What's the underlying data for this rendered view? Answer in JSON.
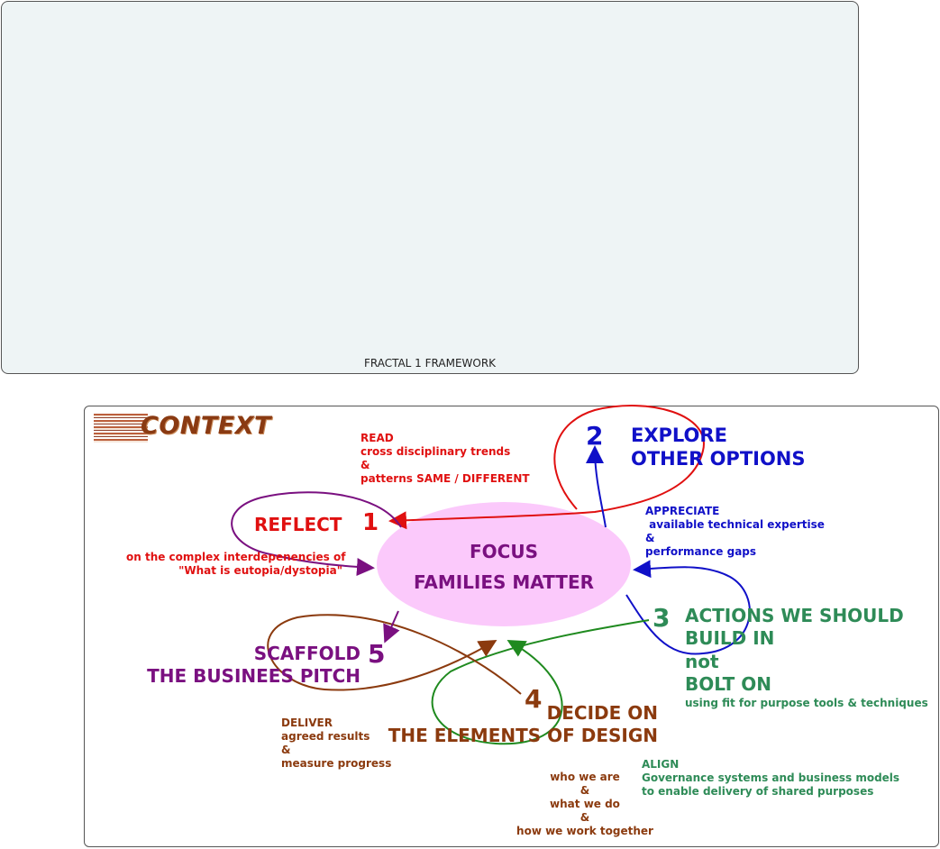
{
  "top_panel": {
    "caption": "FRACTAL 1 FRAMEWORK"
  },
  "context_logo": "CONTEXT",
  "focus": {
    "line1": "FOCUS",
    "line2": "FAMILIES MATTER"
  },
  "step1": {
    "number": "1",
    "title": "REFLECT",
    "read_lines": [
      "READ",
      "cross disciplinary trends",
      "&",
      "patterns SAME / DIFFERENT"
    ],
    "note_lines": [
      "on the complex interdepenencies of",
      "\"What is eutopia/dystopia\""
    ]
  },
  "step2": {
    "number": "2",
    "title_lines": [
      "EXPLORE",
      "OTHER OPTIONS"
    ],
    "appreciate_lines": [
      "APPRECIATE",
      " available technical expertise",
      "&",
      "performance gaps"
    ]
  },
  "step3": {
    "number": "3",
    "title_lines": [
      "ACTIONS WE SHOULD",
      "BUILD IN",
      "not",
      "BOLT ON"
    ],
    "subtitle": "using fit for purpose tools & techniques",
    "align_lines": [
      "ALIGN",
      "Governance systems and business models",
      "to enable delivery of shared purposes"
    ]
  },
  "step4": {
    "number": "4",
    "title_lines": [
      "DECIDE ON",
      "THE ELEMENTS OF DESIGN"
    ],
    "who_lines": [
      "who we are",
      "&",
      "what we do",
      "&",
      "how we work together"
    ]
  },
  "step5": {
    "number": "5",
    "title_lines": [
      "SCAFFOLD",
      "THE BUSINEES PITCH"
    ],
    "deliver_lines": [
      "DELIVER",
      "agreed results",
      "&",
      "measure progress"
    ]
  },
  "colors": {
    "reflect": "#e01010",
    "explore": "#1010c8",
    "actions": "#2e8b57",
    "decide": "#8b3a0e",
    "scaffold": "#7a1080",
    "focus_fill": "#fbc9fb"
  }
}
